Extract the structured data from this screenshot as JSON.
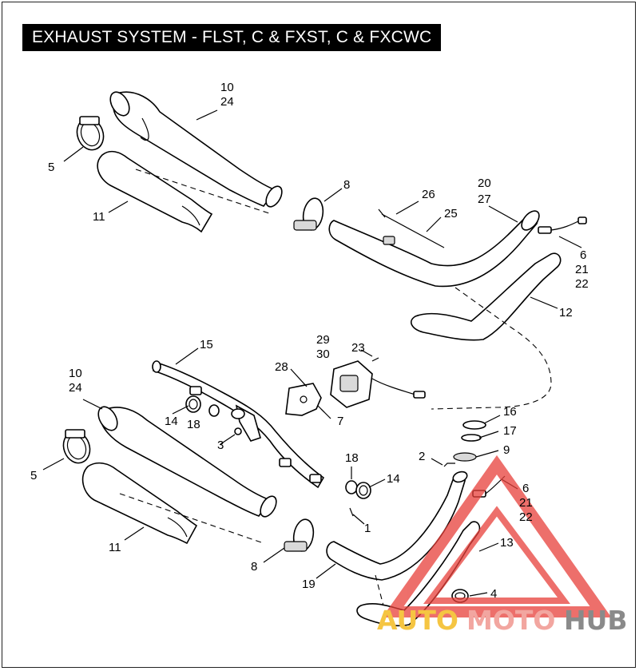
{
  "title": "EXHAUST SYSTEM - FLST, C & FXST, C & FXCWC",
  "callouts": {
    "c10a": "10",
    "c24a": "24",
    "c5a": "5",
    "c11a": "11",
    "c8a": "8",
    "c26": "26",
    "c25": "25",
    "c20": "20",
    "c27": "27",
    "c6a": "6",
    "c21a": "21",
    "c22a": "22",
    "c12": "12",
    "c15": "15",
    "c29": "29",
    "c30": "30",
    "c23": "23",
    "c28": "28",
    "c10b": "10",
    "c24b": "24",
    "c14a": "14",
    "c18a": "18",
    "c7": "7",
    "c3": "3",
    "c16": "16",
    "c17": "17",
    "c9": "9",
    "c2": "2",
    "c5b": "5",
    "c18b": "18",
    "c14b": "14",
    "c1": "1",
    "c6b": "6",
    "c21b": "21",
    "c22b": "22",
    "c13": "13",
    "c11b": "11",
    "c8b": "8",
    "c19": "19",
    "c4": "4"
  },
  "watermark": {
    "part1": "AUTO",
    "part2": "MOTO",
    "part3": "HUB",
    "colors": {
      "auto": "#f5c542",
      "moto": "#f2a6a0",
      "hub": "#8a8a8a",
      "triangle": "#e8403a"
    }
  }
}
